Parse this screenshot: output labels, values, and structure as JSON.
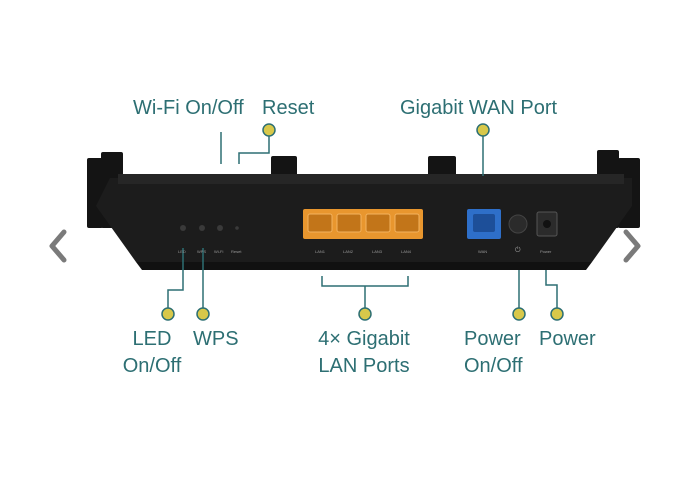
{
  "carousel": {
    "prev_icon": "chevron-left-icon",
    "next_icon": "chevron-right-icon"
  },
  "callouts": {
    "wifi_onoff": "Wi-Fi On/Off",
    "reset": "Reset",
    "wan_port": "Gigabit WAN Port",
    "led_line1": "LED",
    "led_line2": "On/Off",
    "wps": "WPS",
    "lan_line1": "4× Gigabit",
    "lan_line2": "LAN Ports",
    "power_onoff_line1": "Power",
    "power_onoff_line2": "On/Off",
    "power": "Power"
  },
  "panel_labels": {
    "led": "LED",
    "wps": "WPS",
    "wifi": "Wi-Fi",
    "reset": "Reset",
    "lan1": "LAN1",
    "lan2": "LAN2",
    "lan3": "LAN3",
    "lan4": "LAN4",
    "wan": "WAN",
    "power_symbol": "⏻",
    "power": "Power"
  },
  "colors": {
    "callout_text": "#2d6f73",
    "callout_line": "#2d6f73",
    "dot_fill": "#d8c84a",
    "router_body": "#1c1c1c",
    "lan_ports": "#e8962e",
    "wan_port": "#2e6fc9",
    "nav_arrow": "#7a7a7a"
  }
}
